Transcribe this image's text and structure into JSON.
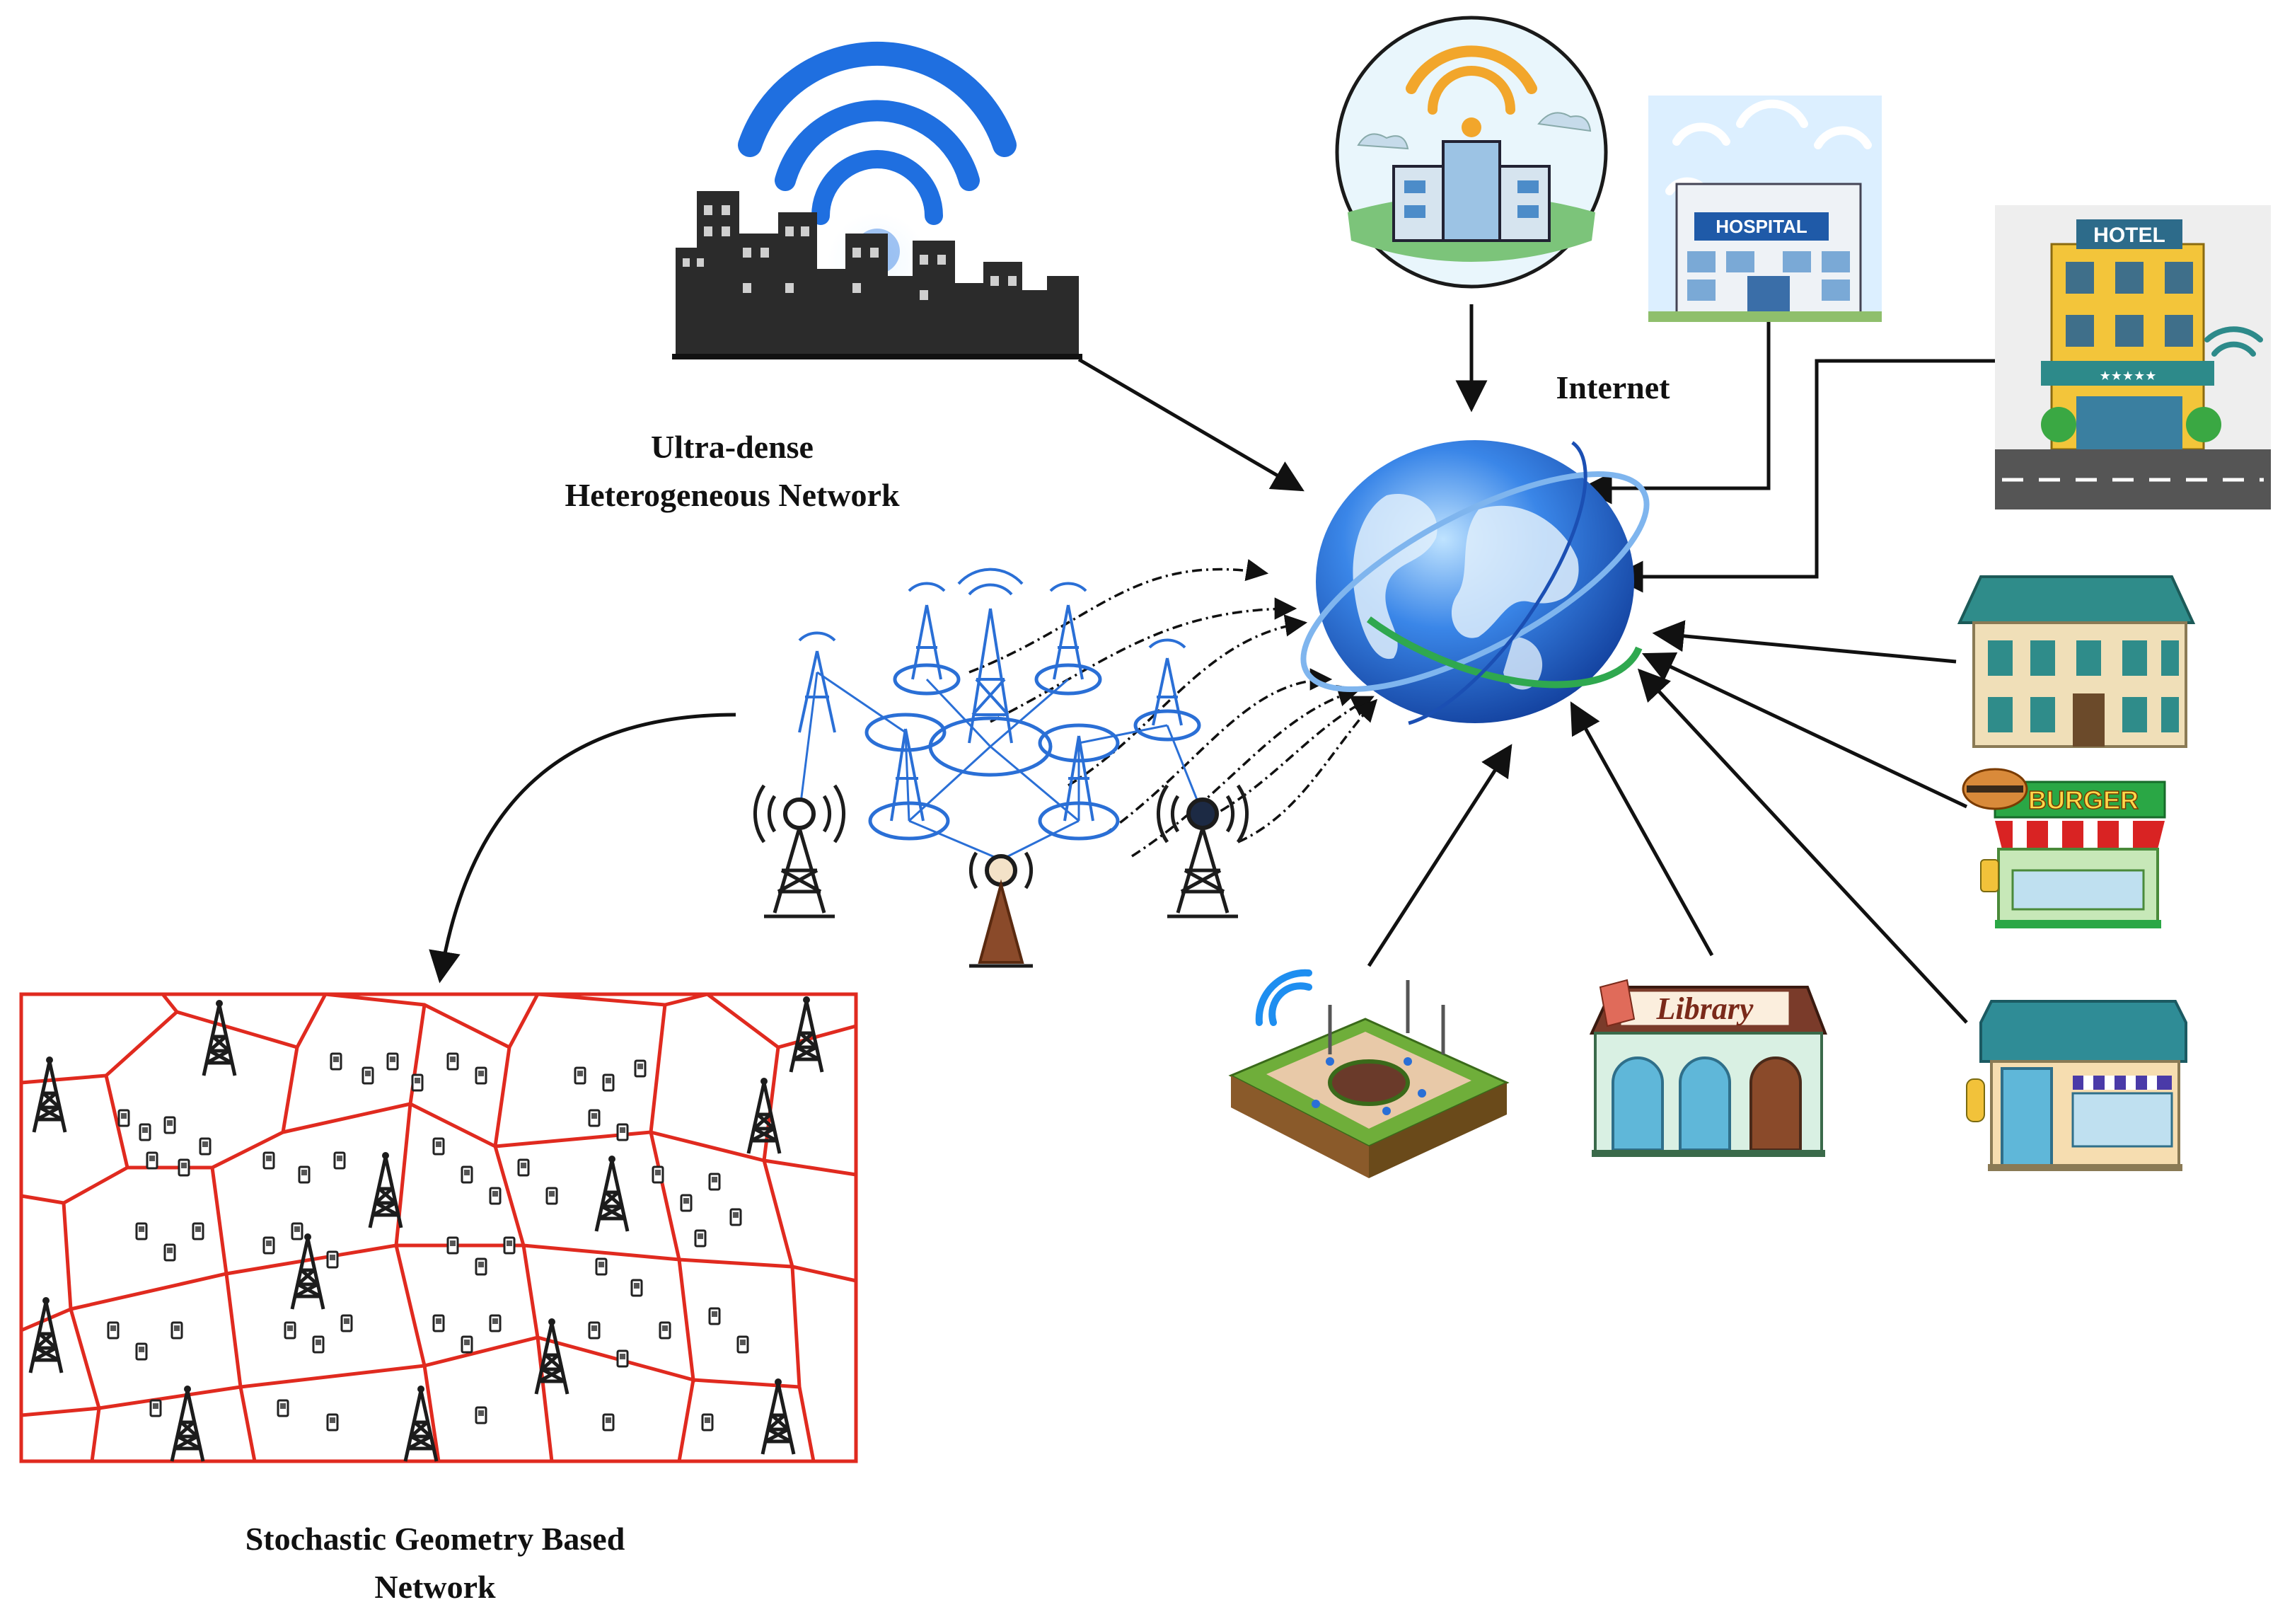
{
  "labels": {
    "internet": "Internet",
    "ultra_dense_line1": "Ultra-dense",
    "ultra_dense_line2": "Heterogeneous Network",
    "stochastic_line1": "Stochastic Geometry Based",
    "stochastic_line2": "Network"
  },
  "signs": {
    "hotel": "HOTEL",
    "hotel_stars": "★★★★★",
    "hospital": "HOSPITAL",
    "burger": "BURGER",
    "library": "Library"
  },
  "icons": [
    "city-wifi-icon",
    "wifi-building-icon",
    "hospital-icon",
    "hotel-icon",
    "globe-icon",
    "apartment-icon",
    "burger-shop-icon",
    "storefront-icon",
    "library-icon",
    "park-icon",
    "cell-tower-icon",
    "mobile-phone-icon"
  ],
  "colors": {
    "arrow": "#111111",
    "voronoi": "#e02a1f",
    "tower_blue": "#2a6fd6",
    "globe": "#2f6fd8",
    "wifi_blue": "#1e8ef0",
    "wifi_orange": "#f5a623"
  }
}
